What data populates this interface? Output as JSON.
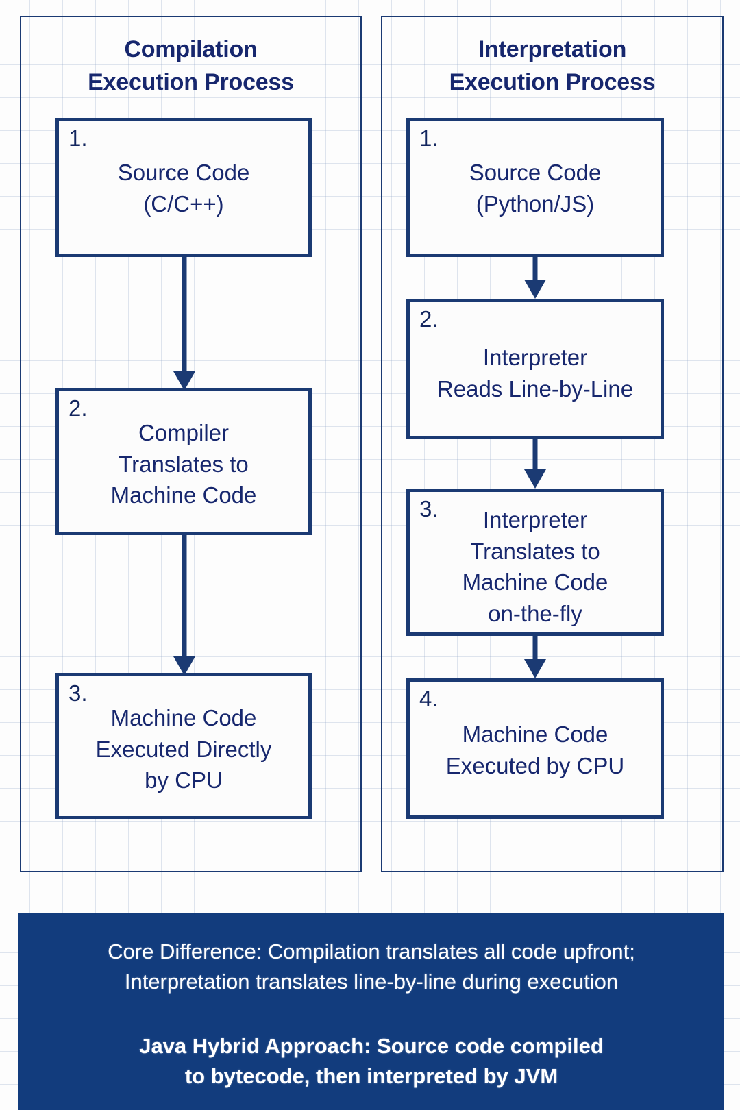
{
  "columns": [
    {
      "id": "compilation",
      "title": "Compilation\nExecution Process",
      "steps": [
        {
          "num": "1.",
          "text": "Source Code\n(C/C++)"
        },
        {
          "num": "2.",
          "text": "Compiler\nTranslates to\nMachine Code"
        },
        {
          "num": "3.",
          "text": "Machine Code\nExecuted Directly\nby CPU"
        }
      ]
    },
    {
      "id": "interpretation",
      "title": "Interpretation\nExecution Process",
      "steps": [
        {
          "num": "1.",
          "text": "Source Code\n(Python/JS)"
        },
        {
          "num": "2.",
          "text": "Interpreter\nReads Line-by-Line"
        },
        {
          "num": "3.",
          "text": "Interpreter\nTranslates to\nMachine Code\non-the-fly"
        },
        {
          "num": "4.",
          "text": "Machine Code\nExecuted by CPU"
        }
      ]
    }
  ],
  "banner": {
    "core_difference": "Core Difference: Compilation translates all code upfront;\nInterpretation translates line-by-line during execution",
    "java_hybrid": "Java Hybrid Approach: Source code compiled\nto bytecode, then interpreted by JVM"
  },
  "colors": {
    "outline": "#1b3a73",
    "text": "#17276e",
    "banner_background": "#123c7d",
    "banner_text": "#ffffff",
    "grid_line": "#96aac8"
  }
}
